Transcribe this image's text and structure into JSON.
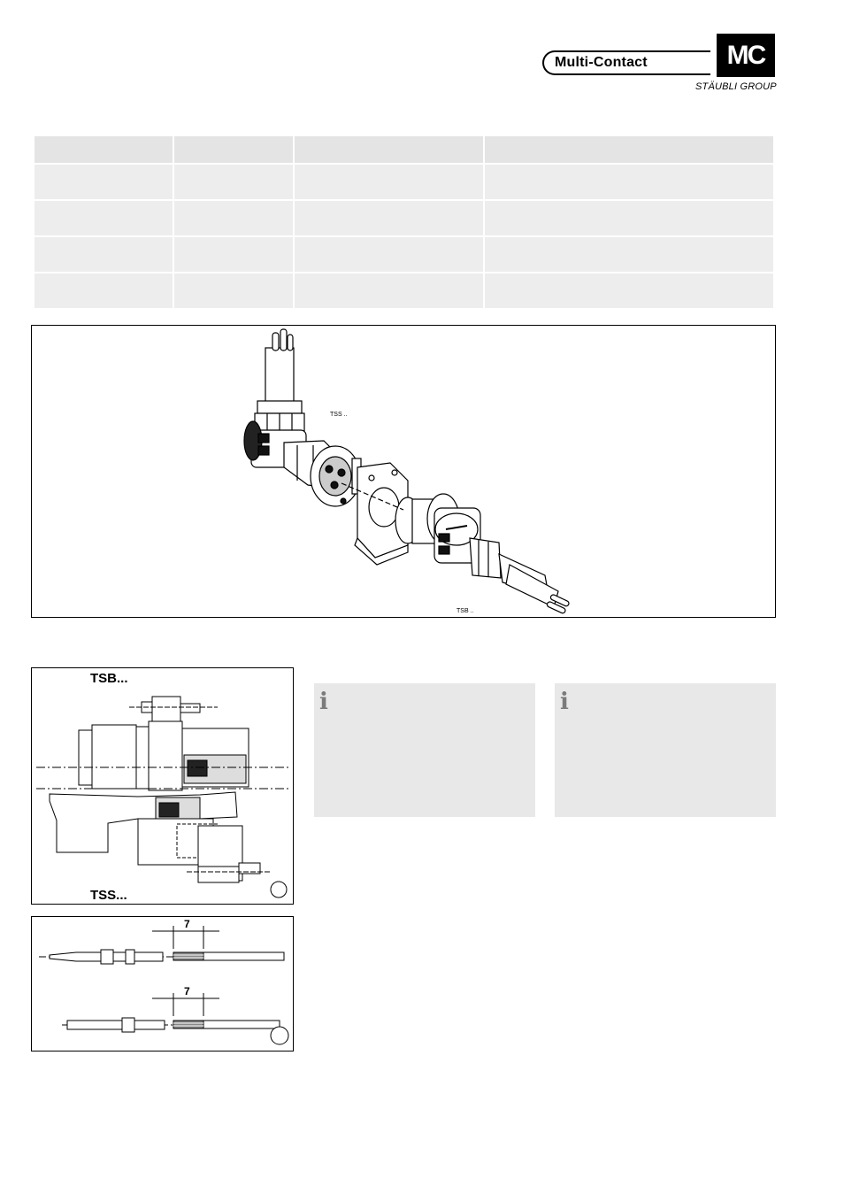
{
  "header": {
    "brand": "Multi-Contact",
    "logo_mark": "MC",
    "group": "STÄUBLI GROUP"
  },
  "table": {
    "columns": 4,
    "body_rows": 4
  },
  "assembly_figure": {
    "label_socket": "TSS ..",
    "label_plug": "TSB .."
  },
  "section_figure": {
    "label_top": "TSB...",
    "label_bottom": "TSS..."
  },
  "strip_figure": {
    "dim_top": "7",
    "dim_bottom": "7"
  },
  "colors": {
    "table_cell": "#ededed",
    "info_box": "#e8e8e8",
    "info_icon": "#7b7b7b"
  }
}
